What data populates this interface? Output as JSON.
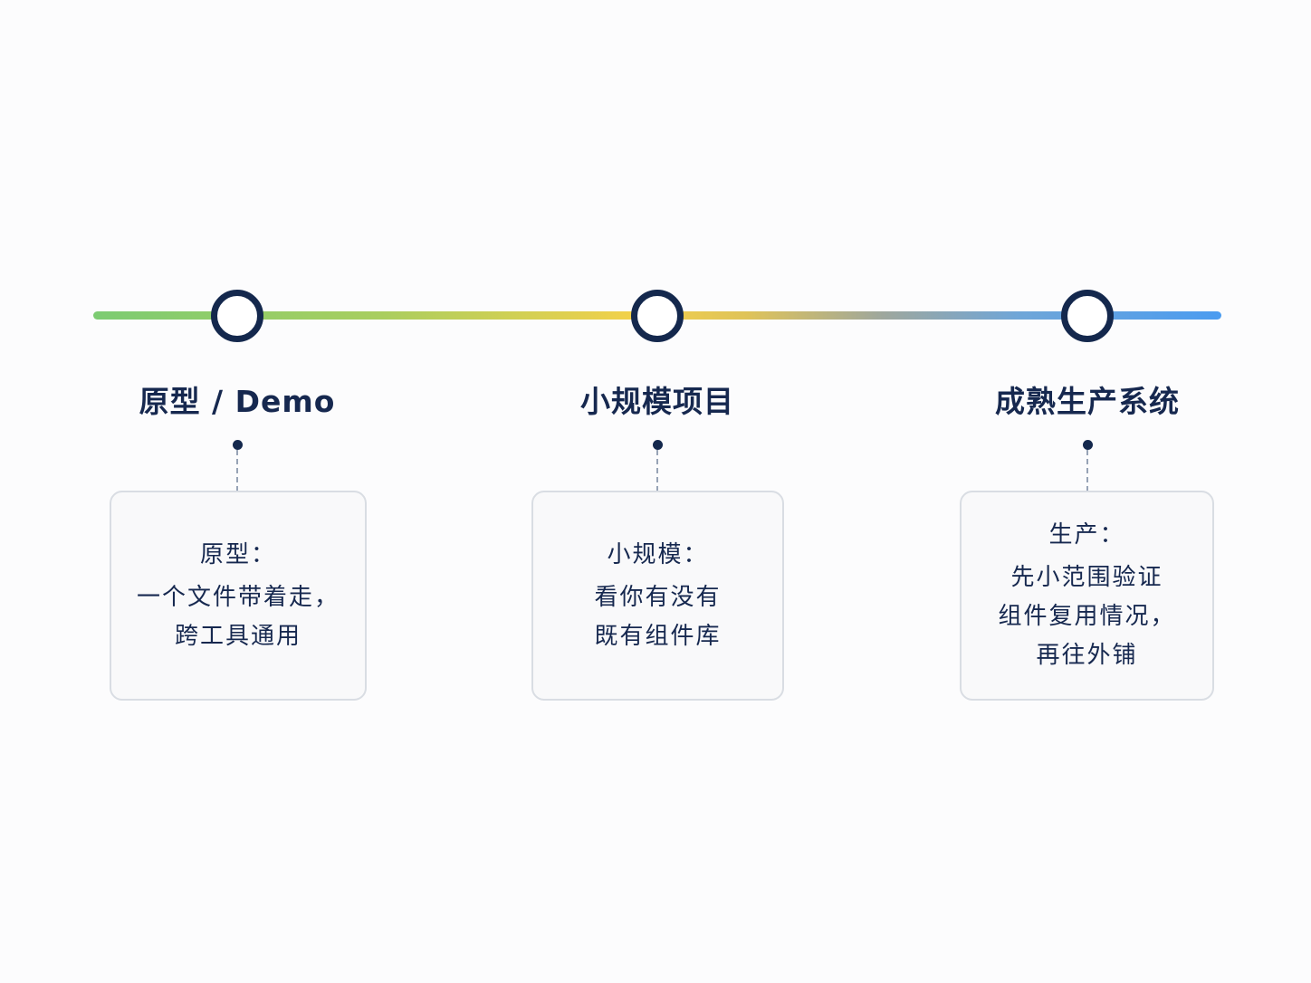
{
  "stages": [
    {
      "title": "原型 / Demo",
      "card_heading": "原型：",
      "card_lines": [
        "一个文件带着走，",
        "跨工具通用"
      ]
    },
    {
      "title": "小规模项目",
      "card_heading": "小规模：",
      "card_lines": [
        "看你有没有",
        "既有组件库"
      ]
    },
    {
      "title": "成熟生产系统",
      "card_heading": "生产：",
      "card_lines": [
        "先小范围验证",
        "组件复用情况，",
        "再往外铺"
      ]
    }
  ],
  "colors": {
    "navy": "#14284d",
    "track_start": "#7ccc72",
    "track_middle": "#f3d14a",
    "track_end": "#4b9cf0",
    "card_border": "#d9dde3"
  }
}
